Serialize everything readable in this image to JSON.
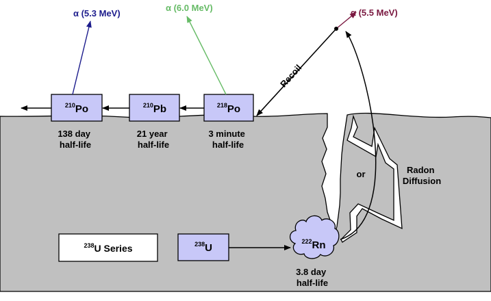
{
  "nuclides": {
    "po210": {
      "mass": "210",
      "symbol": "Po"
    },
    "pb210": {
      "mass": "210",
      "symbol": "Pb"
    },
    "po218": {
      "mass": "218",
      "symbol": "Po"
    },
    "u238": {
      "mass": "238",
      "symbol": "U"
    },
    "rn222": {
      "mass": "222",
      "symbol": "Rn"
    }
  },
  "half_lives": {
    "po210": [
      "138 day",
      "half-life"
    ],
    "pb210": [
      "21 year",
      "half-life"
    ],
    "po218": [
      "3 minute",
      "half-life"
    ],
    "rn222": [
      "3.8 day",
      "half-life"
    ]
  },
  "alphas": {
    "po210": "α (5.3 MeV)",
    "po218": "α (6.0 MeV)",
    "rn222": "α (5.5 MeV)"
  },
  "labels": {
    "recoil": "Recoil",
    "or": "or",
    "diffusion_line1": "Radon",
    "diffusion_line2": "Diffusion",
    "series_mass": "238",
    "series_text": "U Series"
  },
  "colors": {
    "ground": "#c0c0c0",
    "box_fill": "#c8c8f8",
    "alpha_po210": "#1c1c8c",
    "alpha_po218": "#66bb66",
    "alpha_rn222": "#7a1840"
  }
}
